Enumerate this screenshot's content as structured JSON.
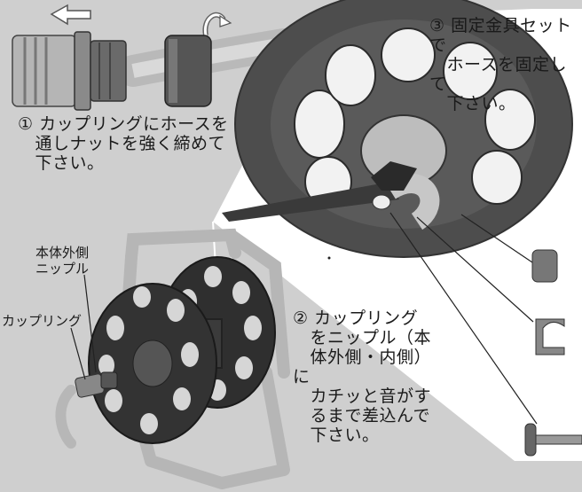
{
  "steps": {
    "step1": "① カップリングにホースを\n　通しナットを強く締めて\n　下さい。",
    "step2": "② カップリング\n　をニップル（本\n　体外側・内側）に\n　カチッと音がす\n　るまで差込んで\n　下さい。",
    "step3": "③ 固定金具セットで\n　ホースを固定して\n　下さい。"
  },
  "labels": {
    "outer_nipple": "本体外側\nニップル",
    "coupling": "カップリング"
  },
  "icons": [
    "arrow-left-icon",
    "rotate-arrow-icon"
  ]
}
